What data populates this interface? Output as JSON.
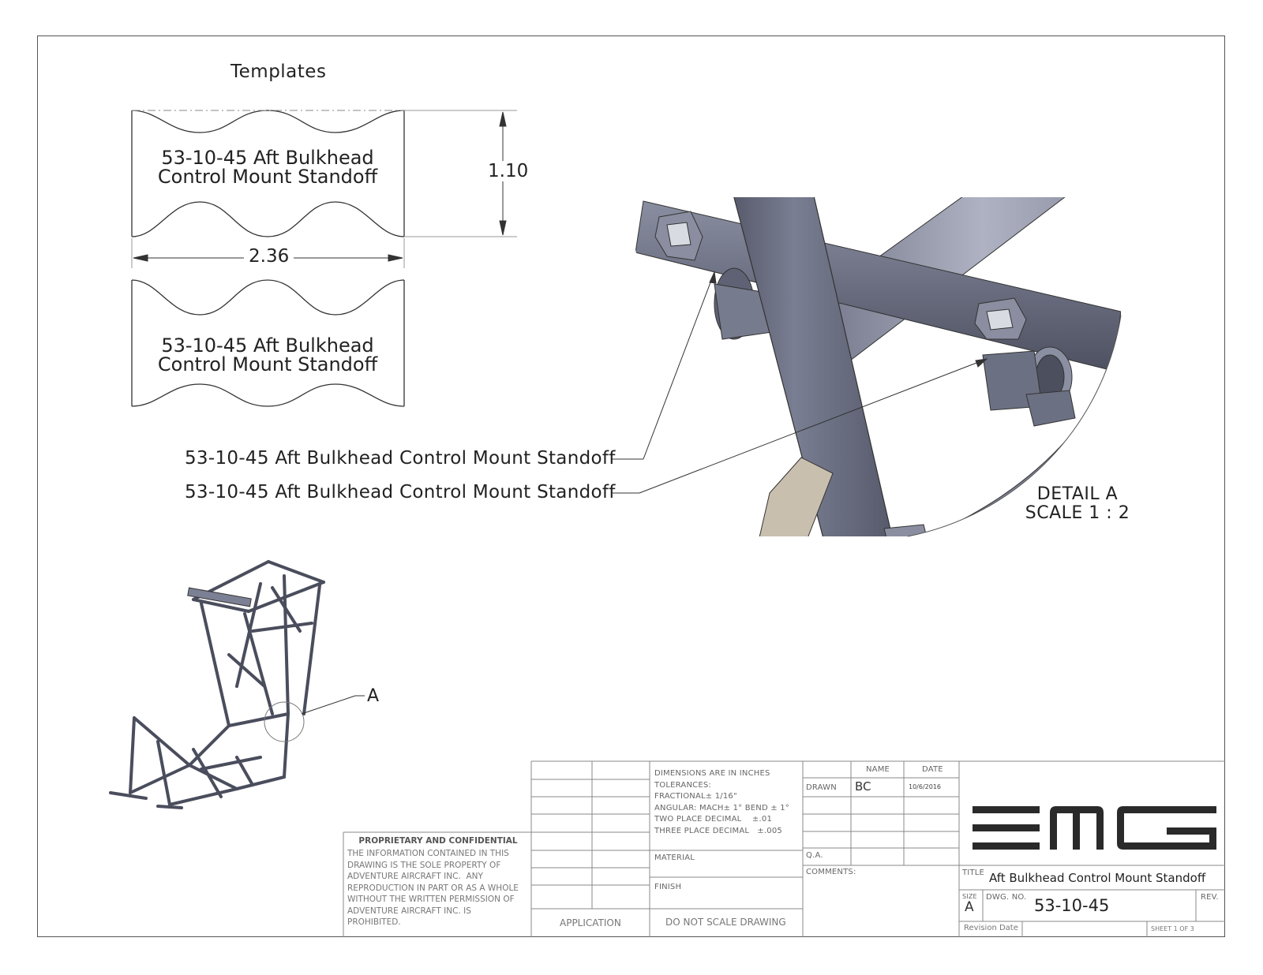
{
  "templates": {
    "title": "Templates",
    "template_1_label": [
      "53-10-45 Aft Bulkhead",
      "Control Mount Standoff"
    ],
    "template_2_label": [
      "53-10-45 Aft Bulkhead",
      "Control Mount Standoff"
    ],
    "height_dim": "1.10",
    "width_dim": "2.36"
  },
  "callouts": {
    "callout_1": "53-10-45 Aft Bulkhead Control Mount Standoff",
    "callout_2": "53-10-45 Aft Bulkhead Control Mount Standoff",
    "detail_ref": "A"
  },
  "detail": {
    "line1": "DETAIL A",
    "line2": "SCALE 1 : 2"
  },
  "title_block": {
    "dimensions_note": [
      "DIMENSIONS ARE IN INCHES",
      "TOLERANCES:",
      "FRACTIONAL± 1/16\"",
      "ANGULAR: MACH± 1° BEND ± 1°",
      "TWO PLACE DECIMAL    ±.01",
      "THREE PLACE DECIMAL   ±.005"
    ],
    "name_header": "NAME",
    "date_header": "DATE",
    "drawn_label": "DRAWN",
    "drawn_name": "BC",
    "drawn_date": "10/6/2016",
    "qa_label": "Q.A.",
    "comments_label": "COMMENTS:",
    "material_label": "MATERIAL",
    "finish_label": "FINISH",
    "application_label": "APPLICATION",
    "do_not_scale": "DO NOT SCALE DRAWING",
    "logo_text": "EMG",
    "title_label": "TITLE",
    "title_value": "Aft Bulkhead Control Mount Standoff",
    "size_label": "SIZE",
    "size_value": "A",
    "dwg_no_label": "DWG. NO.",
    "dwg_no_value": "53-10-45",
    "rev_label": "REV.",
    "revision_date_label": "Revision Date",
    "sheet_label": "SHEET 1 OF 3"
  },
  "proprietary": {
    "title": "PROPRIETARY AND CONFIDENTIAL",
    "body": [
      "THE INFORMATION CONTAINED IN THIS",
      "DRAWING IS THE SOLE PROPERTY OF",
      "ADVENTURE AIRCRAFT INC.  ANY",
      "REPRODUCTION IN PART OR AS A WHOLE",
      "WITHOUT THE WRITTEN PERMISSION OF",
      "ADVENTURE AIRCRAFT INC. IS",
      "PROHIBITED."
    ]
  },
  "colors": {
    "tube": "#6f7386",
    "tube_light": "#9a9eb0",
    "tube_dark": "#4a4d5c",
    "tan_tube": "#c9bfae",
    "line": "#333333",
    "table_line": "#888888"
  }
}
